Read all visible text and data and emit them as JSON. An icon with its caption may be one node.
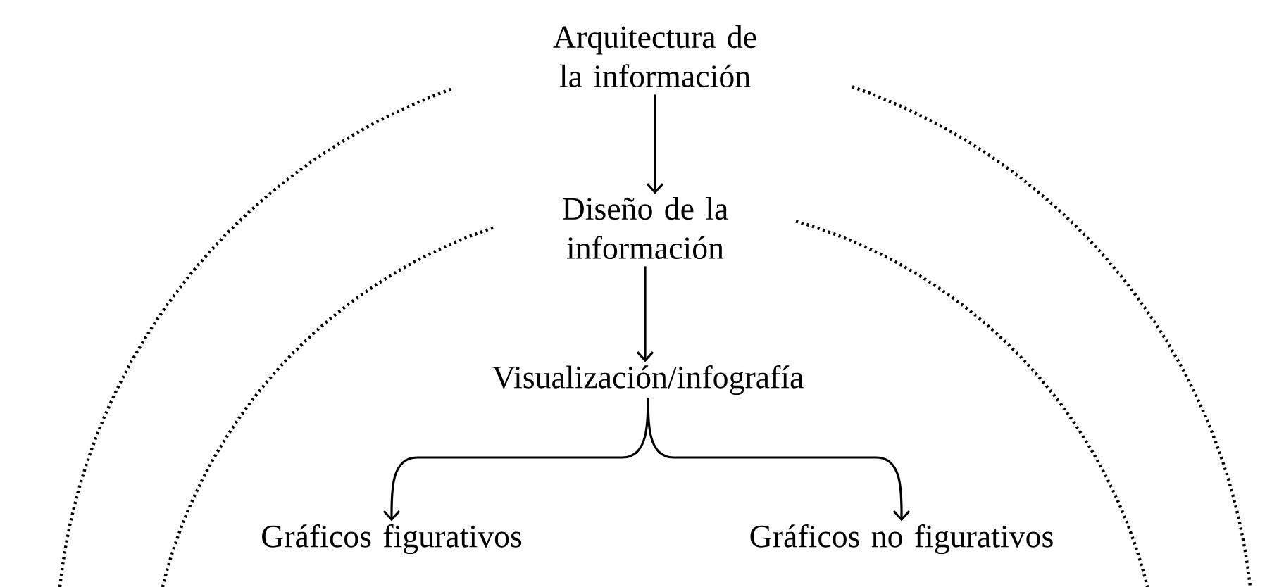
{
  "diagram": {
    "nodes": [
      {
        "text": [
          "Arquitectura de la información"
        ]
      },
      {
        "text": [
          "Diseño de la información"
        ]
      },
      {
        "text": [
          "Visualización/infografía"
        ]
      },
      {
        "text": [
          "Gráficos figurativos"
        ]
      },
      {
        "text": [
          "Gráficos no figurativos"
        ]
      }
    ],
    "edges": [
      {
        "from": 0,
        "to": 1,
        "arrow": "to"
      },
      {
        "from": 1,
        "to": 2,
        "arrow": "to"
      },
      {
        "from": 2,
        "to": 3,
        "arrow": "to"
      },
      {
        "from": 2,
        "to": 4,
        "arrow": "to"
      }
    ]
  }
}
